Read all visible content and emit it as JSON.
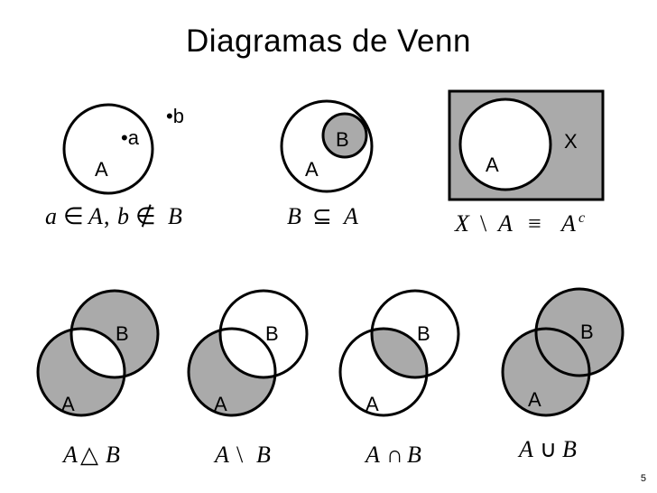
{
  "slide": {
    "title": "Diagramas de Venn",
    "page_number": "5"
  },
  "diagrams": {
    "membership": {
      "set_label": "A",
      "element_in": "•a",
      "element_out": "•b",
      "caption": {
        "a": "a",
        "in": "∈",
        "A": "A",
        "comma": ",",
        "b": "b",
        "notin": "∉",
        "B": "B"
      }
    },
    "subset": {
      "outer_label": "A",
      "inner_label": "B",
      "caption": {
        "B": "B",
        "op": "⊆",
        "A": "A"
      }
    },
    "complement": {
      "universe_label": "X",
      "set_label": "A",
      "caption": {
        "X": "X",
        "op1": "\\",
        "A1": "A",
        "op2": "≡",
        "A2": "A",
        "sup": "c"
      }
    },
    "symdiff": {
      "label_a": "A",
      "label_b": "B",
      "caption": {
        "A": "A",
        "op": "△",
        "B": "B"
      }
    },
    "difference": {
      "label_a": "A",
      "label_b": "B",
      "caption": {
        "A": "A",
        "op": "\\",
        "B": "B"
      }
    },
    "intersection": {
      "label_a": "A",
      "label_b": "B",
      "caption": {
        "A": "A",
        "op": "∩",
        "B": "B"
      }
    },
    "union": {
      "label_a": "A",
      "label_b": "B",
      "caption": {
        "A": "A",
        "op": "∪",
        "B": "B"
      }
    }
  },
  "colors": {
    "fill": "#aaaaaa",
    "stroke": "#000000",
    "background": "#ffffff"
  }
}
